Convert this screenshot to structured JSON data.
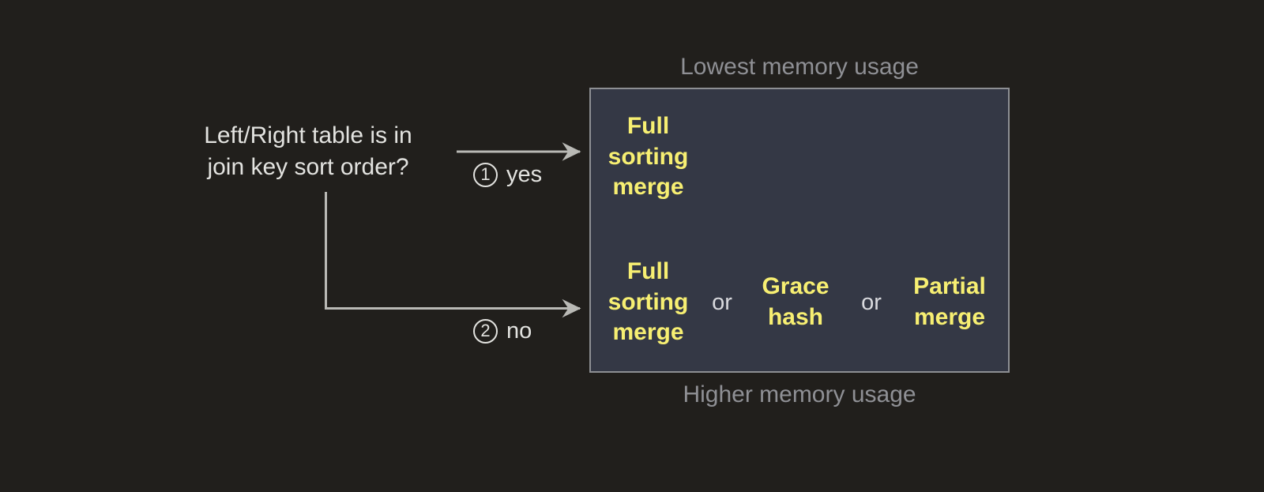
{
  "diagram": {
    "question": "Left/Right table is in\njoin key sort order?",
    "branches": [
      {
        "marker": "1",
        "label": "yes"
      },
      {
        "marker": "2",
        "label": "no"
      }
    ],
    "captions": {
      "top": "Lowest memory usage",
      "bottom": "Higher memory usage"
    },
    "panel": {
      "rows": [
        {
          "options": [
            "Full\nsorting\nmerge"
          ],
          "conjunctions": []
        },
        {
          "options": [
            "Full\nsorting\nmerge",
            "Grace\nhash",
            "Partial\nmerge"
          ],
          "conjunctions": [
            "or",
            "or"
          ]
        }
      ]
    },
    "colors": {
      "background": "#211f1c",
      "panel_fill": "#343845",
      "panel_border": "#8d8f93",
      "option_text": "#f7ef72",
      "body_text": "#e3e3e0",
      "caption_text": "#8f9095",
      "connector": "#b9b9b5"
    }
  }
}
